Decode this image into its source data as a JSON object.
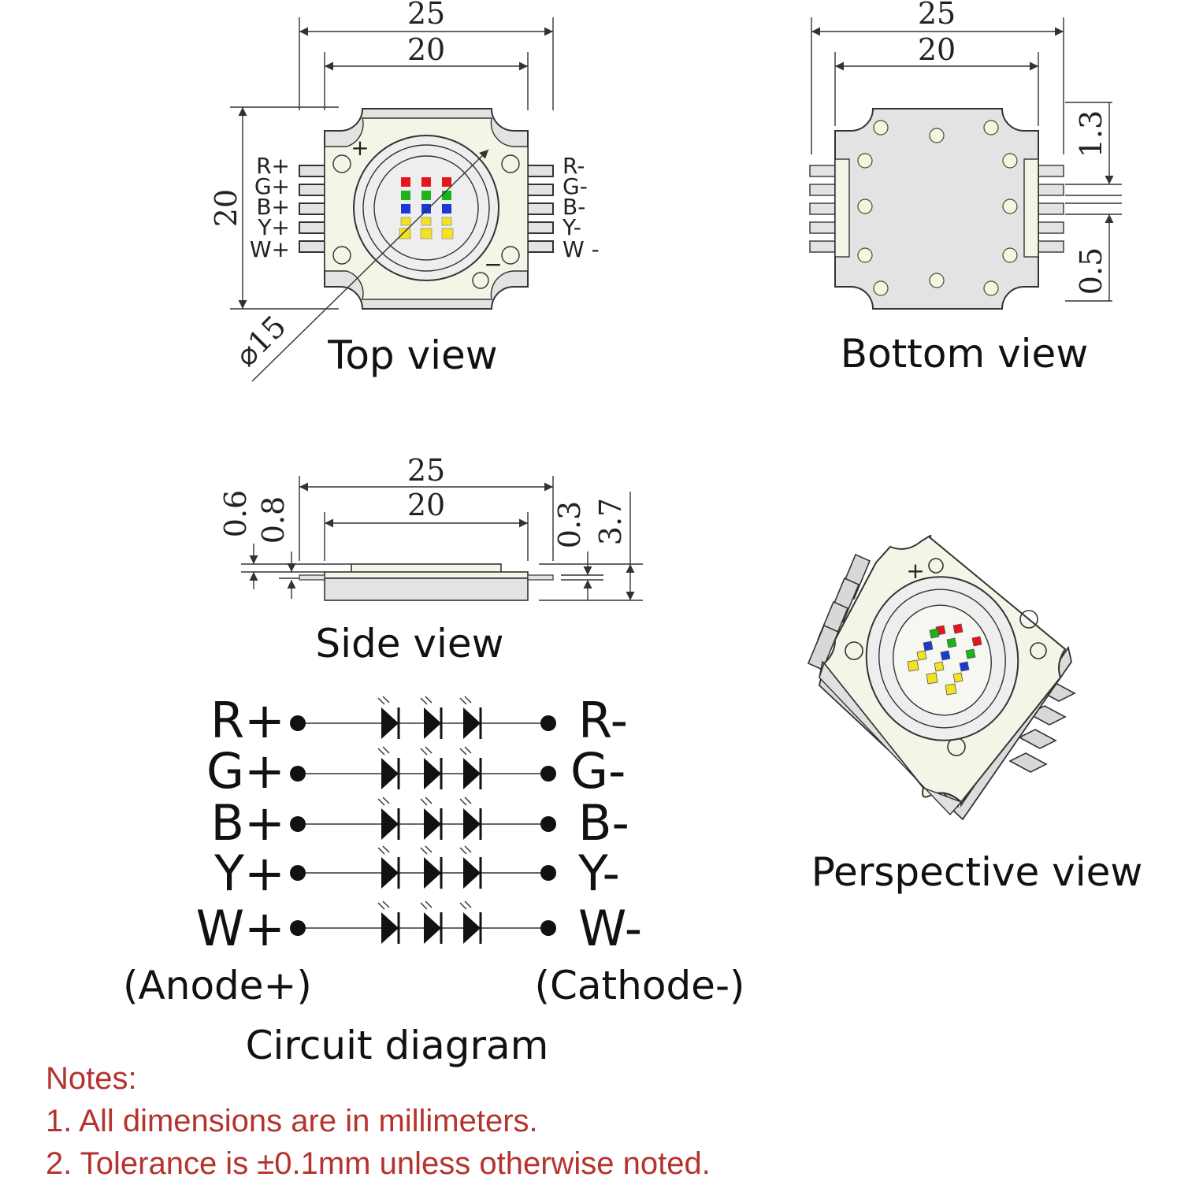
{
  "colors": {
    "board": "#f3f5e6",
    "metal": "#e3e3e3",
    "red": "#e8141c",
    "green": "#18b418",
    "blue": "#1a3ad6",
    "yellow": "#f5e21e",
    "note_text": "#b5332e"
  },
  "top_view": {
    "caption": "Top view",
    "dim_width_outer": "25",
    "dim_width_inner": "20",
    "dim_height": "20",
    "dim_diameter": "⌀15",
    "plus_mark": "+",
    "minus_mark": "−",
    "left_pins": [
      "R+",
      "G+",
      "B+",
      "Y+",
      "W+"
    ],
    "right_pins": [
      "R-",
      "G-",
      "B-",
      "Y-",
      "W -"
    ]
  },
  "bottom_view": {
    "caption": "Bottom view",
    "dim_width_outer": "25",
    "dim_width_inner": "20",
    "dim_pin_pitch": "1.3",
    "dim_pin_width": "0.5"
  },
  "side_view": {
    "caption": "Side view",
    "dim_width_outer": "25",
    "dim_width_inner": "20",
    "dim_a": "0.6",
    "dim_b": "0.8",
    "dim_c": "0.3",
    "dim_d": "3.7"
  },
  "perspective_view": {
    "caption": "Perspective view"
  },
  "circuit": {
    "caption": "Circuit diagram",
    "anode_label": "(Anode+)",
    "cathode_label": "(Cathode-)",
    "left_labels": [
      "R+",
      "G+",
      "B+",
      "Y+",
      "W+"
    ],
    "right_labels": [
      "R-",
      "G-",
      "B-",
      "Y-",
      "W-"
    ]
  },
  "notes": {
    "heading": "Notes:",
    "line1": "1. All dimensions are in millimeters.",
    "line2": "2. Tolerance is ±0.1mm unless otherwise noted."
  }
}
